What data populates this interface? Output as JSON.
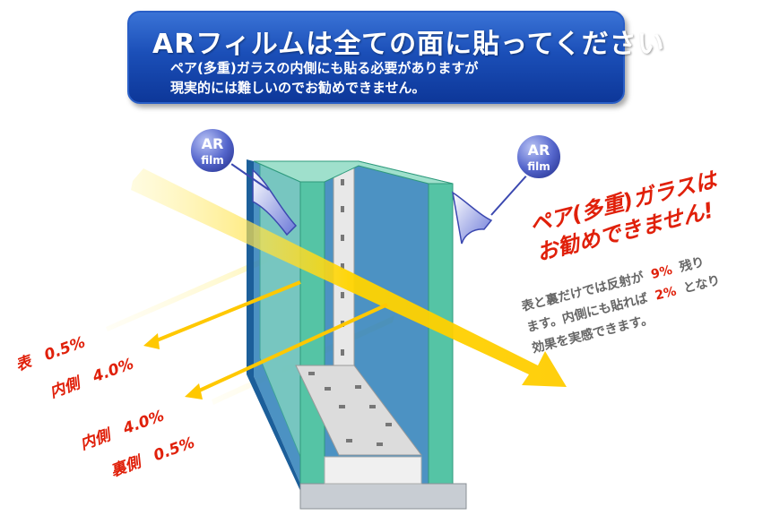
{
  "banner": {
    "title": "ARフィルムは全ての面に貼ってください",
    "line1": "ペア(多重)ガラスの内側にも貼る必要がありますが",
    "line2": "現実的には難しいのでお勧めできません。"
  },
  "badges": {
    "left": {
      "line1": "AR",
      "line2": "film"
    },
    "right": {
      "line1": "AR",
      "line2": "film"
    }
  },
  "heading": {
    "line1": "ペア(多重)ガラスは",
    "line2": "お勧めできません!"
  },
  "note": {
    "line1_a": "表と裏だけでは反射が",
    "line1_b": "9%",
    "line1_c": "残り",
    "line2_a": "ます。内側にも貼れば",
    "line2_b": "2%",
    "line2_c": "となり",
    "line3": "効果を実感できます。"
  },
  "reflections": {
    "front": "表　0.5%",
    "inner1": "内側　4.0%",
    "inner2": "内側　4.0%",
    "back": "裏側　0.5%"
  },
  "colors": {
    "banner": "#1b4fb8",
    "accent_red": "#e0200a",
    "glass": "#7fd8b8",
    "beam": "#ffd400"
  }
}
